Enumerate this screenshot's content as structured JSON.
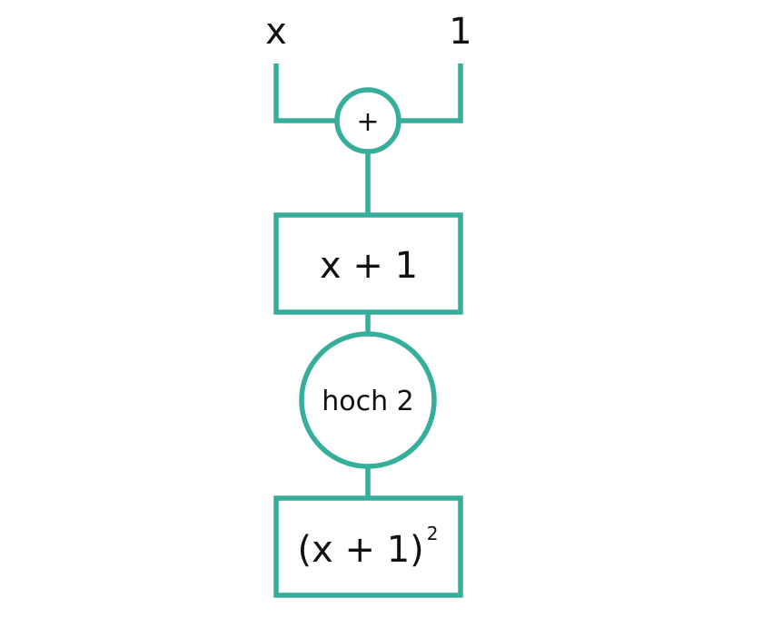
{
  "diagram": {
    "accent_color": "#36ae9c",
    "inputs": {
      "left": "x",
      "right": "1"
    },
    "operator_plus": "+",
    "box_sum": "x + 1",
    "operator_square": "hoch 2",
    "box_result": {
      "base": "(x + 1)",
      "exponent": "2"
    }
  }
}
